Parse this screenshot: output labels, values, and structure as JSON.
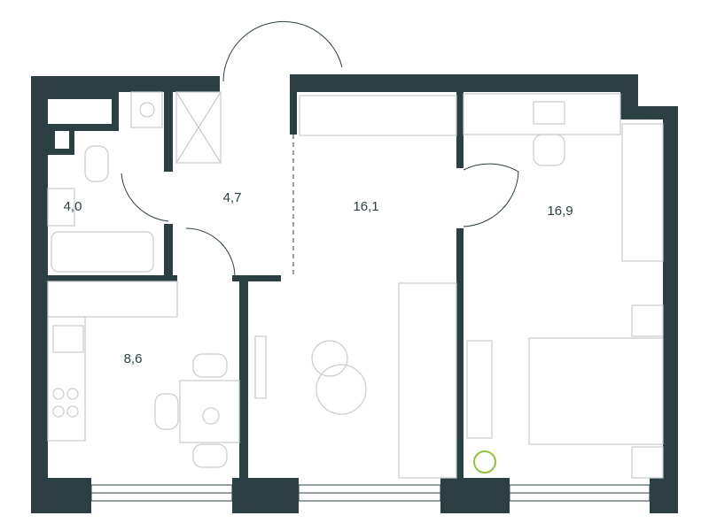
{
  "rooms": [
    {
      "name": "bathroom",
      "area": "4,0"
    },
    {
      "name": "hallway",
      "area": "4,7"
    },
    {
      "name": "living-room",
      "area": "16,1"
    },
    {
      "name": "bedroom",
      "area": "16,9"
    },
    {
      "name": "kitchen",
      "area": "8,6"
    }
  ],
  "colors": {
    "wall": "#2c4044",
    "furniture": "#c8cccc",
    "plant": "#8fc23f"
  }
}
